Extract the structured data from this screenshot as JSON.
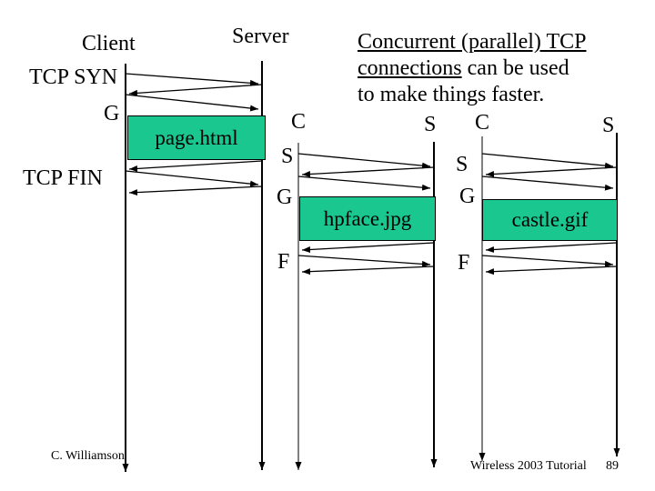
{
  "slide": {
    "note_line1": "Concurrent (parallel) TCP",
    "note_line2_underlined": "connections",
    "note_line2_rest": " can be used",
    "note_line3": "to make things faster.",
    "footer_author": "C. Williamson",
    "footer_event": "Wireless 2003 Tutorial",
    "footer_page": "89"
  },
  "diagram": {
    "client_label": "Client",
    "server_label": "Server",
    "conn1": {
      "syn_label": "TCP SYN",
      "get_label": "G",
      "file": "page.html",
      "fin_label": "TCP FIN"
    },
    "conn2": {
      "client_label": "C",
      "server_label": "S",
      "syn_label": "S",
      "get_label": "G",
      "file": "hpface.jpg",
      "fin_label": "F"
    },
    "conn3": {
      "client_label": "C",
      "server_label": "S",
      "syn_label": "S",
      "get_label": "G",
      "file": "castle.gif",
      "fin_label": "F"
    }
  },
  "colors": {
    "box_fill": "#1AC78F",
    "line": "#000000"
  }
}
